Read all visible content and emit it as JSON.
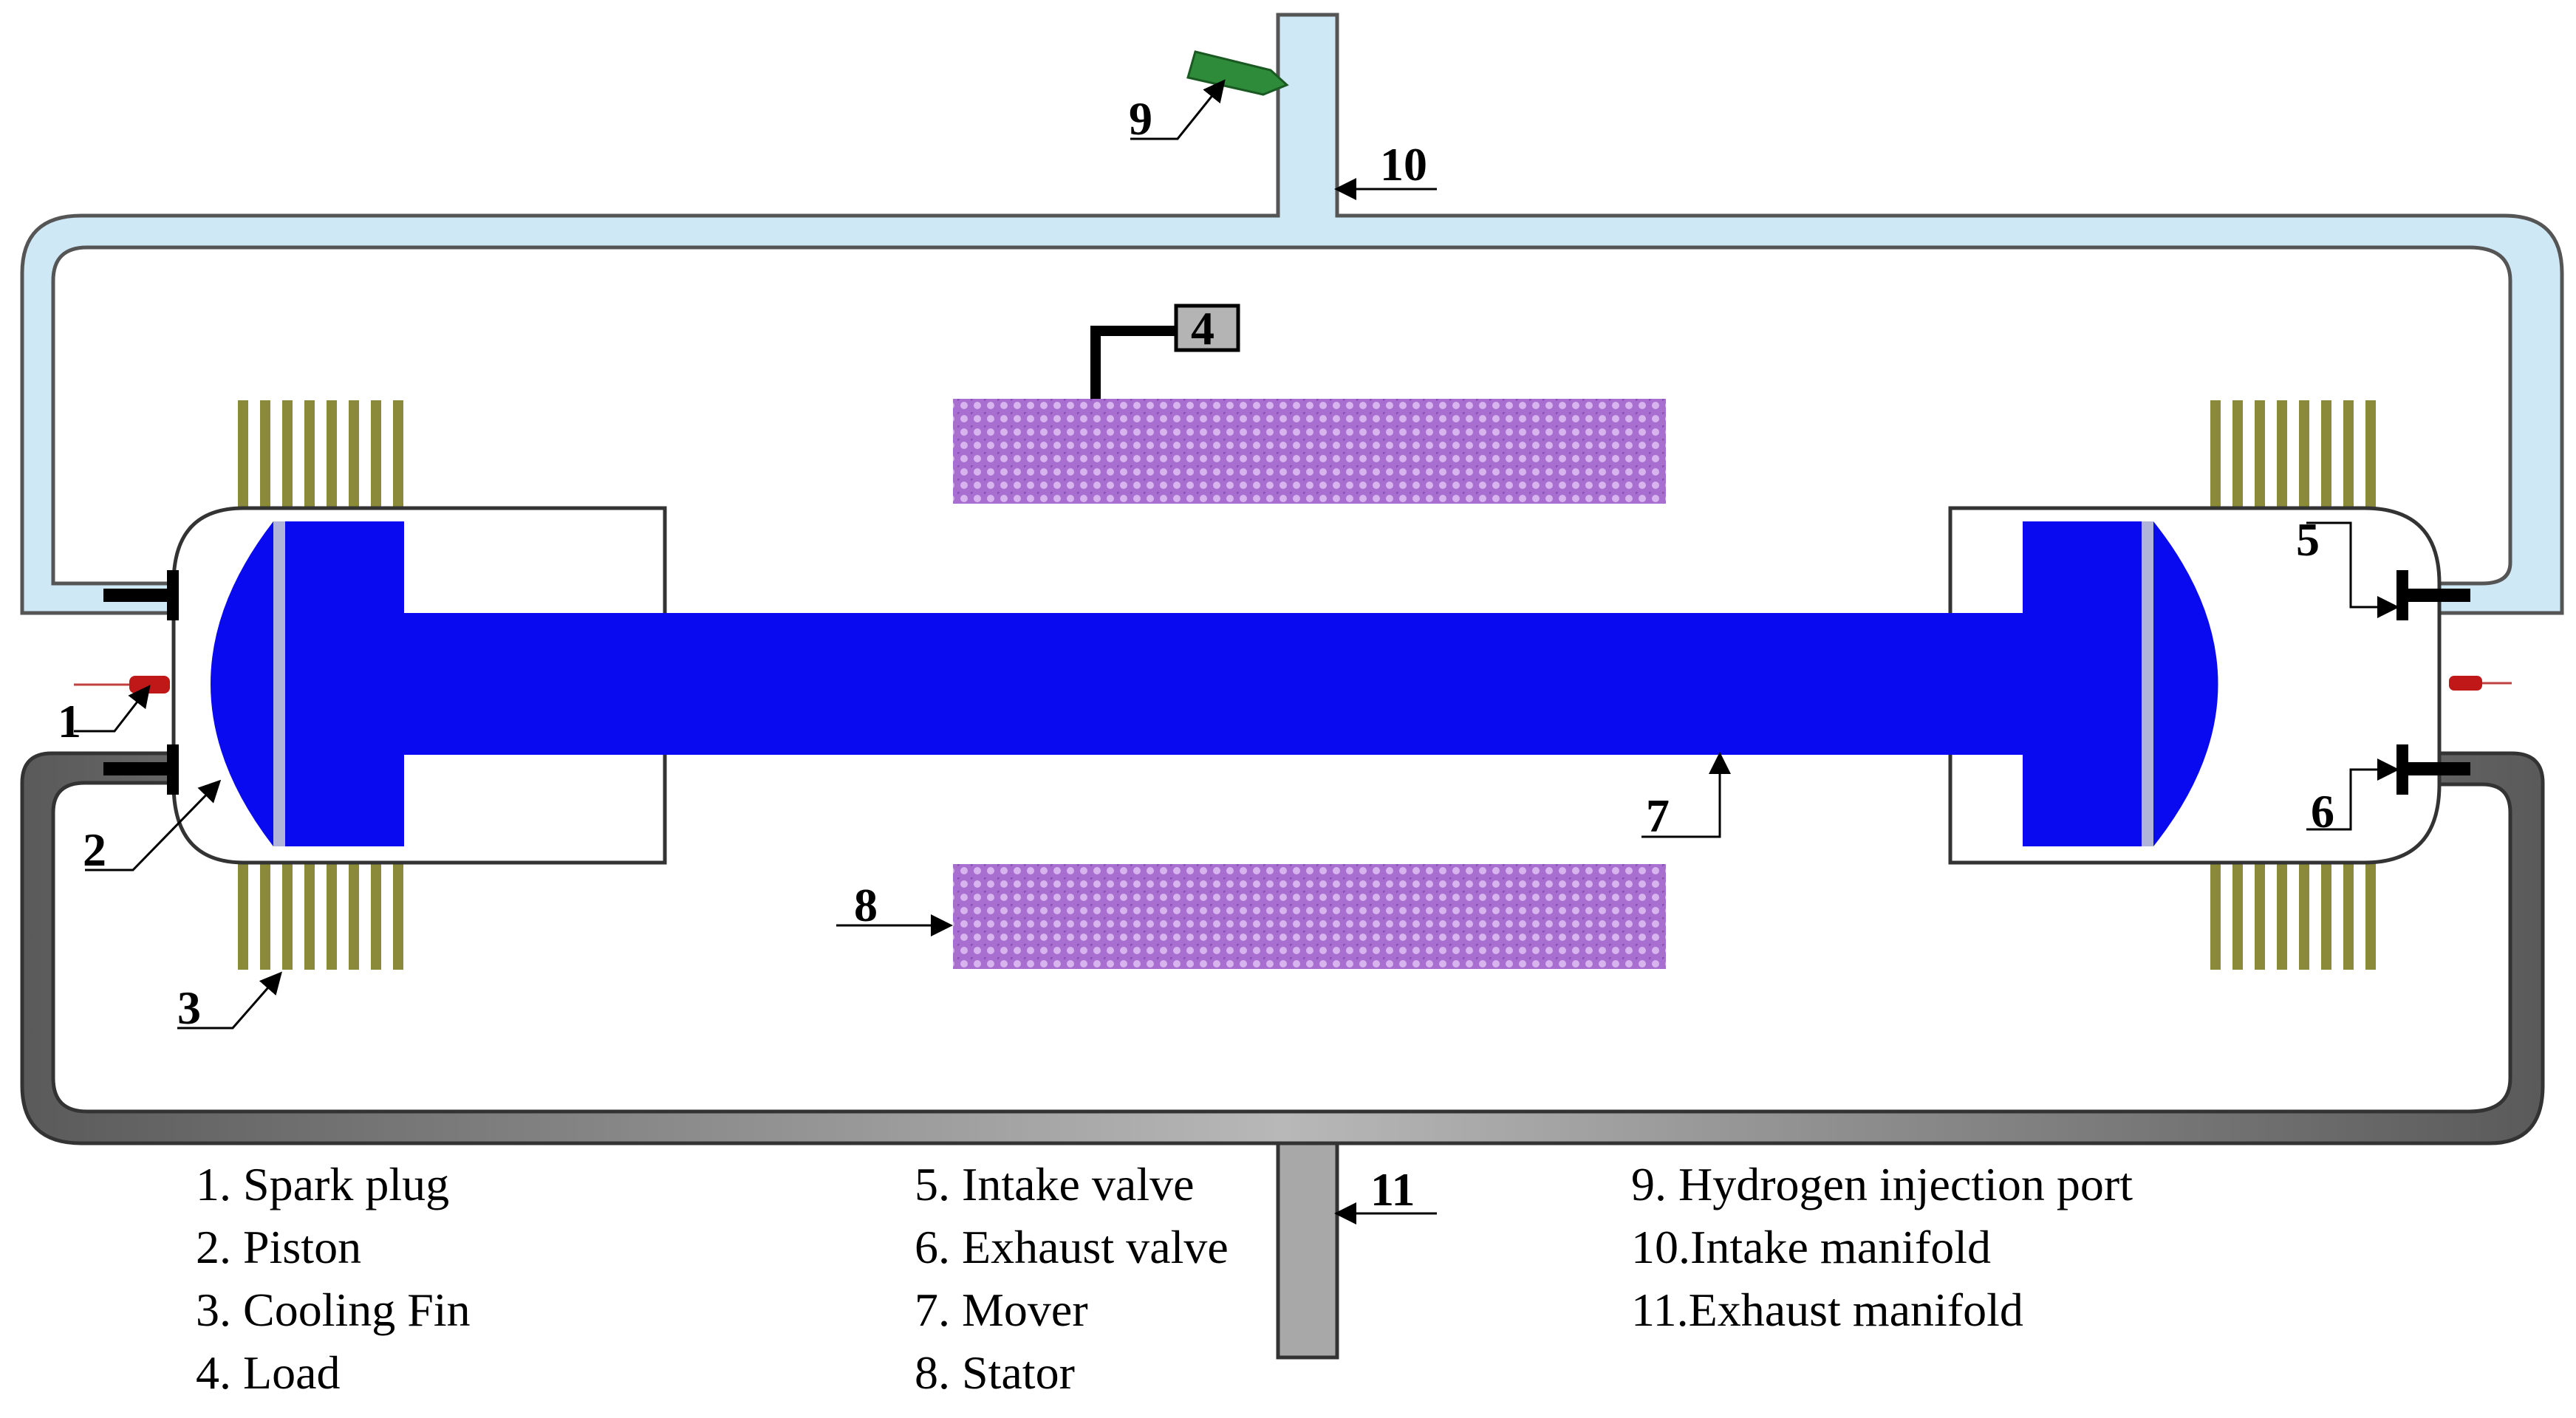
{
  "callouts": {
    "c1": "1",
    "c2": "2",
    "c3": "3",
    "c4": "4",
    "c5": "5",
    "c6": "6",
    "c7": "7",
    "c8": "8",
    "c9": "9",
    "c10": "10",
    "c11": "11"
  },
  "legend": {
    "col1": [
      "1. Spark plug",
      "2. Piston",
      "3. Cooling Fin",
      "4. Load"
    ],
    "col2": [
      "5. Intake valve",
      "6. Exhaust valve",
      "7. Mover",
      "8. Stator"
    ],
    "col3": [
      "9. Hydrogen injection port",
      "10.Intake manifold",
      "11.Exhaust manifold"
    ]
  },
  "colors": {
    "intake_manifold": "#cfe8f6",
    "exhaust_manifold": "#8a8a8a",
    "mover": "#0a0af0",
    "stator": "#b07ad8",
    "cooling_fin": "#8a8a3a",
    "injection_port": "#2e8b3a",
    "spark_plug": "#c01818"
  }
}
